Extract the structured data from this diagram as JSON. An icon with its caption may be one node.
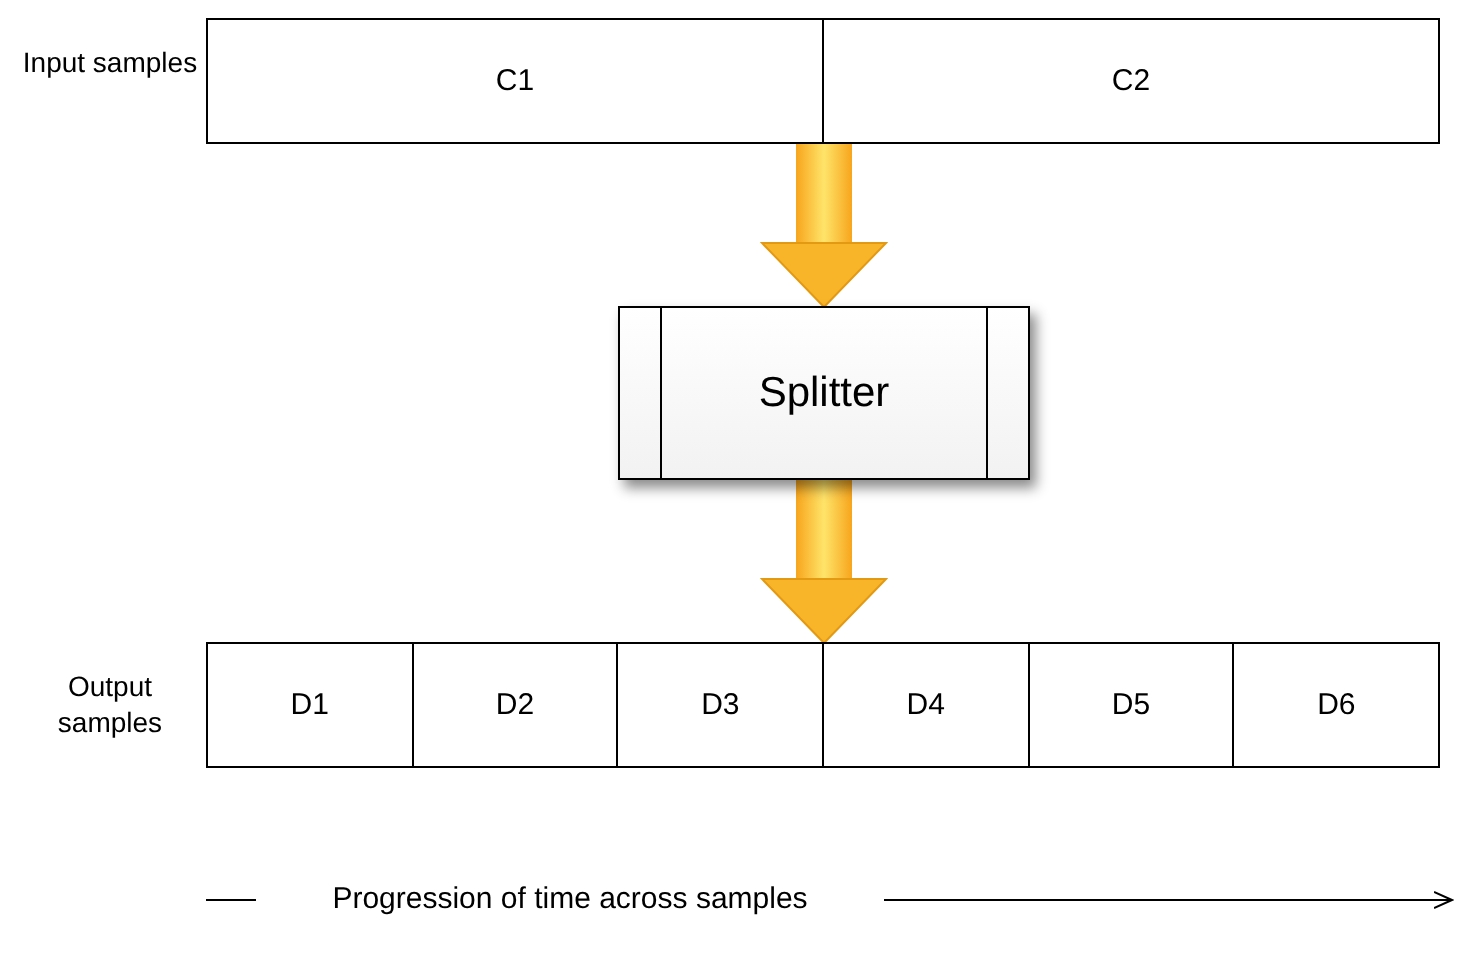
{
  "diagram": {
    "nodes": [
      {
        "text": [],
        "shape": "bar",
        "beside": [
          "Input samples"
        ]
      },
      {
        "text": [
          "C1"
        ],
        "in": 0
      },
      {
        "text": [
          "C2"
        ],
        "in": 0
      },
      {
        "text": [
          "Splitter"
        ]
      },
      {
        "text": [],
        "shape": "bar",
        "beside": [
          "Output samples"
        ]
      },
      {
        "text": [
          "D1"
        ],
        "in": 4
      },
      {
        "text": [
          "D2"
        ],
        "in": 4
      },
      {
        "text": [
          "D3"
        ],
        "in": 4
      },
      {
        "text": [
          "D4"
        ],
        "in": 4
      },
      {
        "text": [
          "D5"
        ],
        "in": 4
      },
      {
        "text": [
          "D6"
        ],
        "in": 4
      }
    ],
    "edges": [
      {
        "from": 0,
        "to": 3,
        "arrow": "to"
      },
      {
        "from": 3,
        "to": 4,
        "arrow": "to"
      }
    ],
    "labels": [
      "Progression of time across samples"
    ]
  }
}
